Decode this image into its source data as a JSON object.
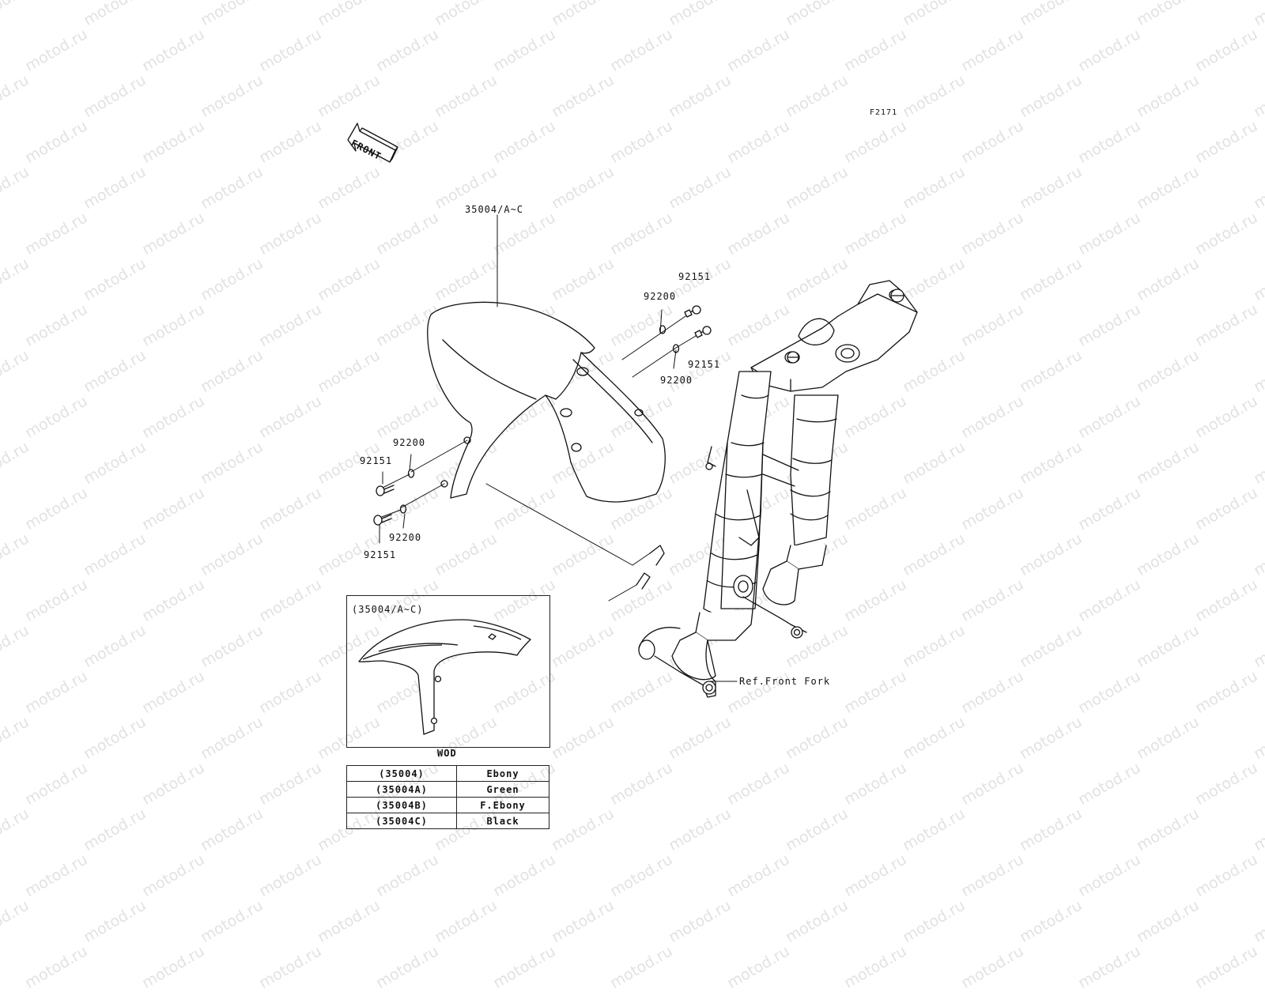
{
  "diagram": {
    "figure_code": "F2171",
    "front_arrow_text": "FRONT",
    "part_labels": {
      "fender": "35004/A~C",
      "bolt_top_1": "92151",
      "washer_top_1": "92200",
      "bolt_top_2": "92151",
      "washer_top_2": "92200",
      "washer_left_1": "92200",
      "bolt_left_1": "92151",
      "washer_left_2": "92200",
      "bolt_left_2": "92151",
      "ref_front_fork": "Ref.Front Fork"
    },
    "inset": {
      "title": "(35004/A~C)",
      "caption": "WOD"
    },
    "variants": [
      {
        "code": "(35004)",
        "color": "Ebony"
      },
      {
        "code": "(35004A)",
        "color": "Green"
      },
      {
        "code": "(35004B)",
        "color": "F.Ebony"
      },
      {
        "code": "(35004C)",
        "color": "Black"
      }
    ],
    "watermark": "motod.ru"
  }
}
